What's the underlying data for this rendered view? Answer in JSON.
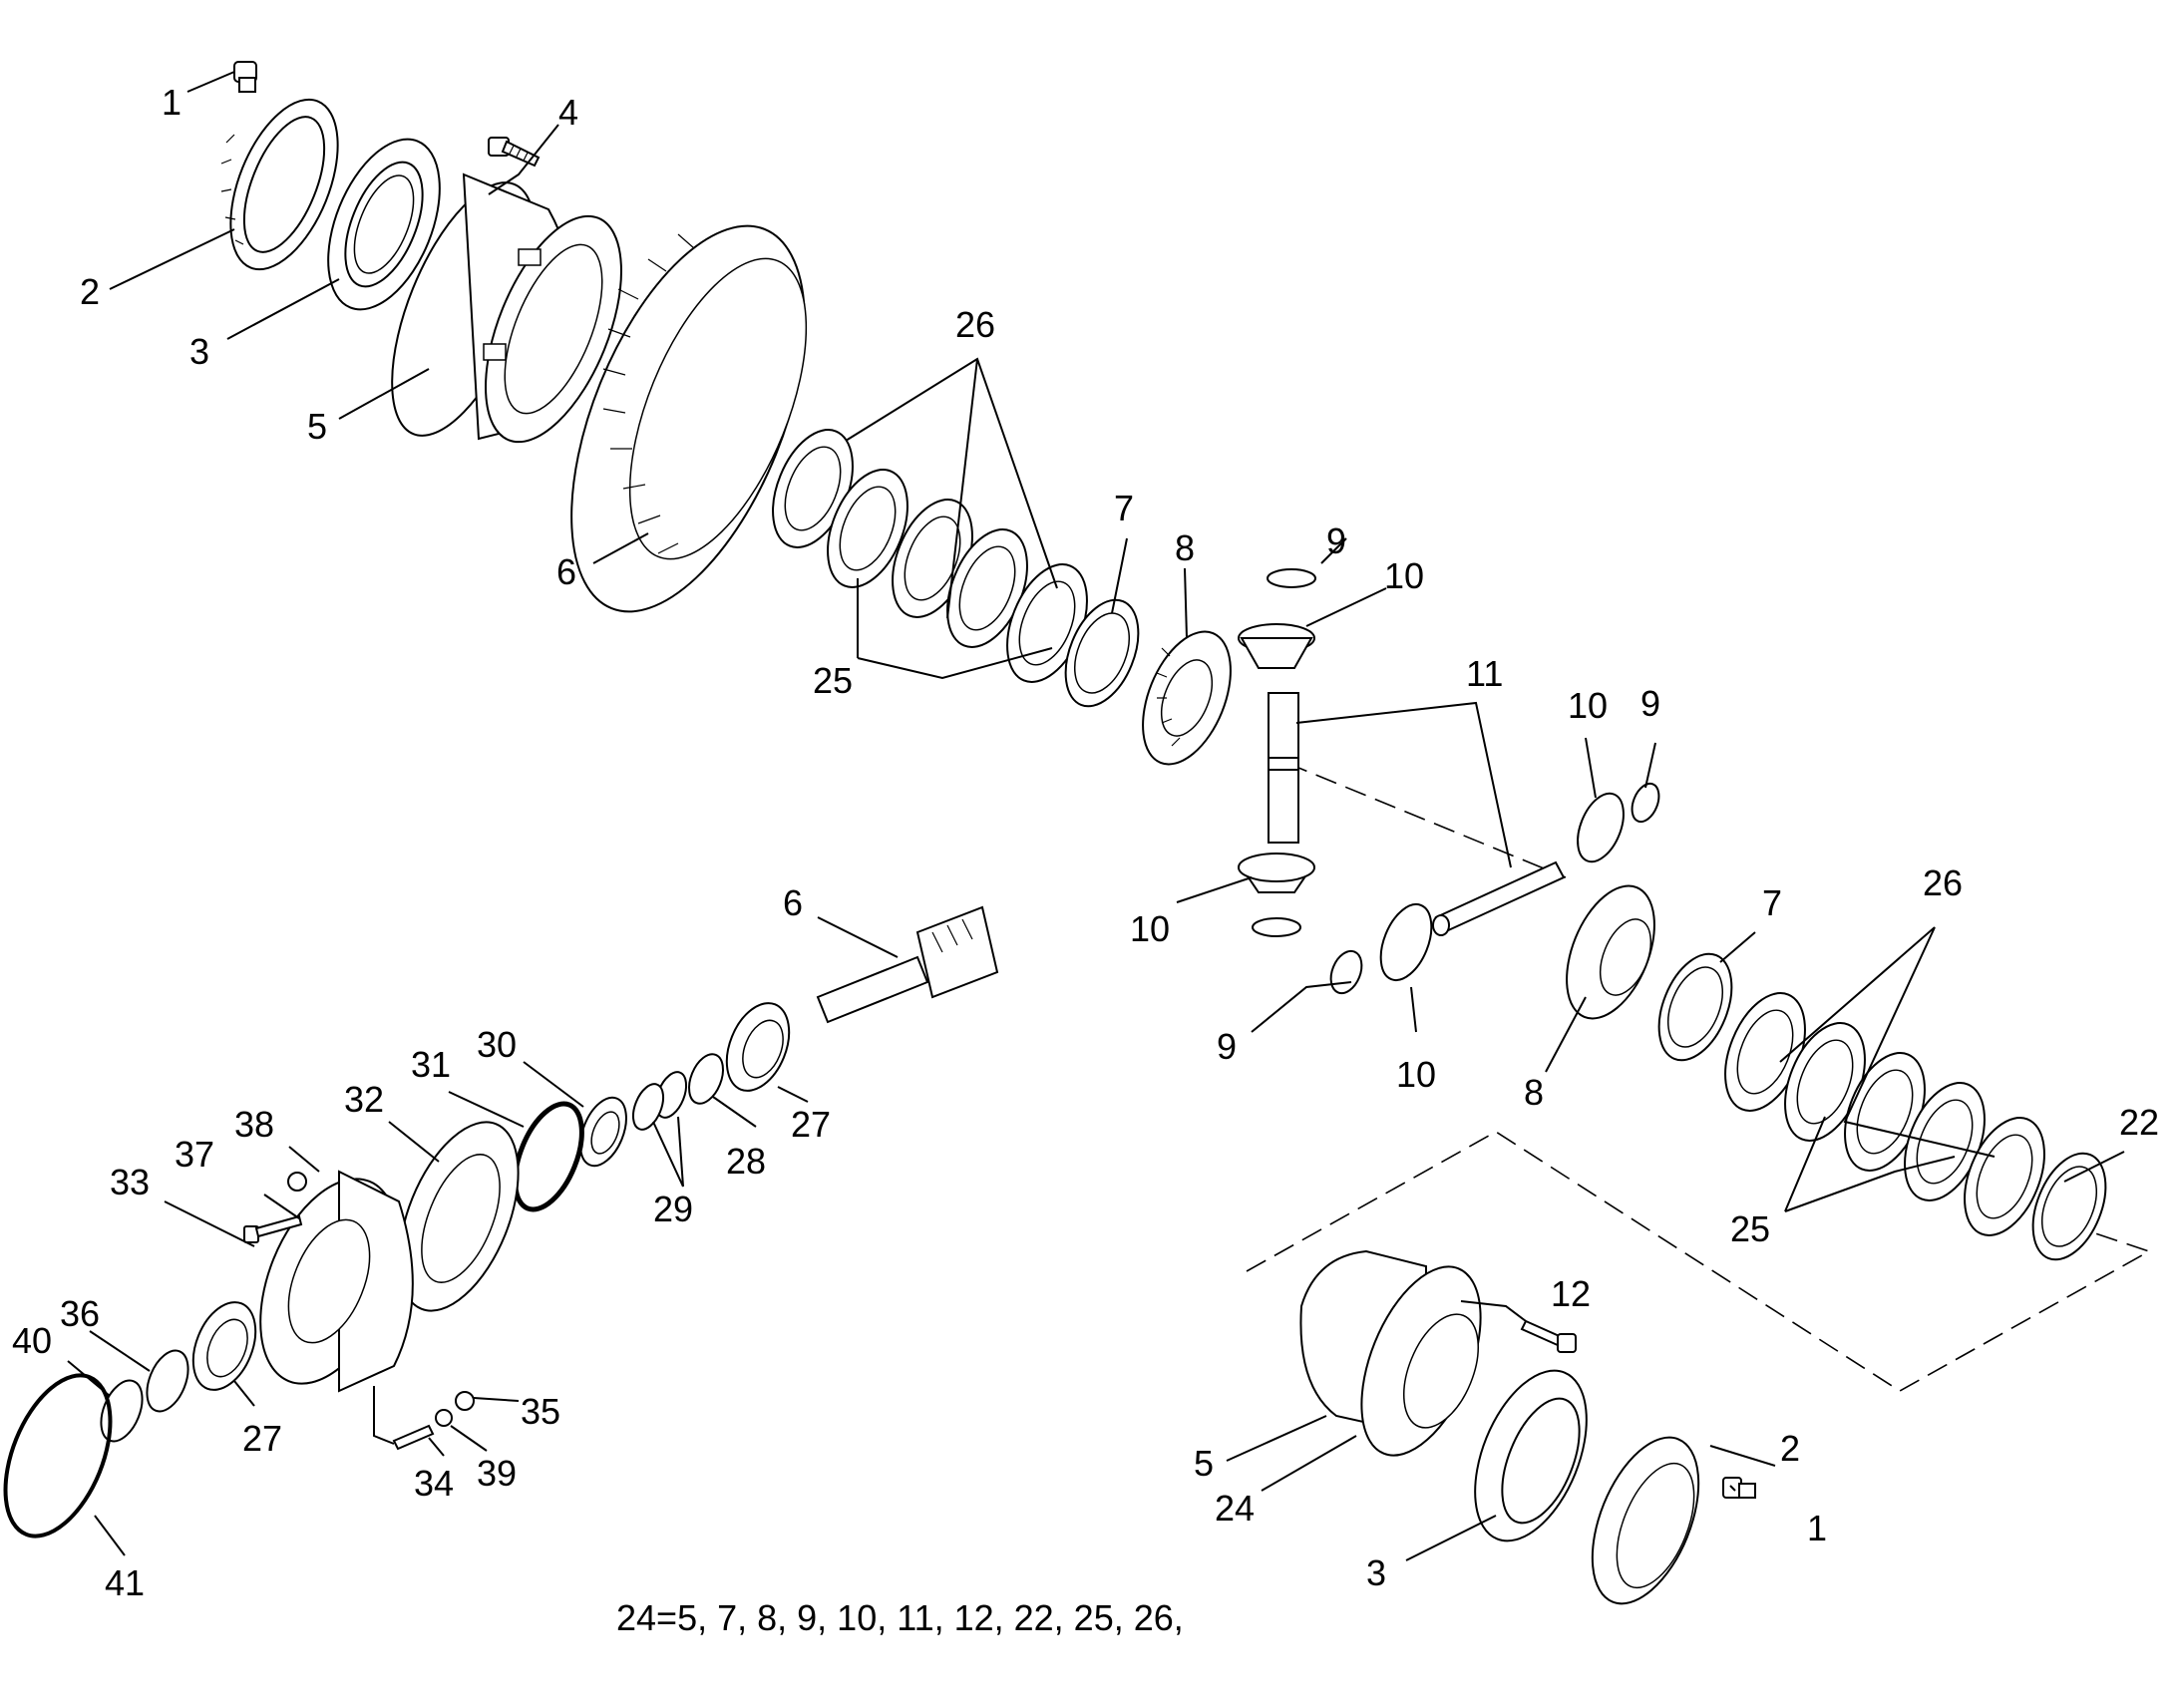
{
  "callouts": [
    {
      "id": "c1a",
      "label": "1"
    },
    {
      "id": "c2a",
      "label": "2"
    },
    {
      "id": "c3a",
      "label": "3"
    },
    {
      "id": "c4",
      "label": "4"
    },
    {
      "id": "c5a",
      "label": "5"
    },
    {
      "id": "c6a",
      "label": "6"
    },
    {
      "id": "c26a",
      "label": "26"
    },
    {
      "id": "c25a",
      "label": "25"
    },
    {
      "id": "c7a",
      "label": "7"
    },
    {
      "id": "c8a",
      "label": "8"
    },
    {
      "id": "c9a",
      "label": "9"
    },
    {
      "id": "c10a",
      "label": "10"
    },
    {
      "id": "c11",
      "label": "11"
    },
    {
      "id": "c10b",
      "label": "10"
    },
    {
      "id": "c9b",
      "label": "9"
    },
    {
      "id": "c10c",
      "label": "10"
    },
    {
      "id": "c9c",
      "label": "9"
    },
    {
      "id": "c10d",
      "label": "10"
    },
    {
      "id": "c8b",
      "label": "8"
    },
    {
      "id": "c7b",
      "label": "7"
    },
    {
      "id": "c26b",
      "label": "26"
    },
    {
      "id": "c22",
      "label": "22"
    },
    {
      "id": "c25b",
      "label": "25"
    },
    {
      "id": "c12",
      "label": "12"
    },
    {
      "id": "c2b",
      "label": "2"
    },
    {
      "id": "c1b",
      "label": "1"
    },
    {
      "id": "c5b",
      "label": "5"
    },
    {
      "id": "c24",
      "label": "24"
    },
    {
      "id": "c3b",
      "label": "3"
    },
    {
      "id": "c6b",
      "label": "6"
    },
    {
      "id": "c30",
      "label": "30"
    },
    {
      "id": "c31",
      "label": "31"
    },
    {
      "id": "c32",
      "label": "32"
    },
    {
      "id": "c38",
      "label": "38"
    },
    {
      "id": "c37",
      "label": "37"
    },
    {
      "id": "c33",
      "label": "33"
    },
    {
      "id": "c29",
      "label": "29"
    },
    {
      "id": "c28",
      "label": "28"
    },
    {
      "id": "c27a",
      "label": "27"
    },
    {
      "id": "c36",
      "label": "36"
    },
    {
      "id": "c40",
      "label": "40"
    },
    {
      "id": "c27b",
      "label": "27"
    },
    {
      "id": "c35",
      "label": "35"
    },
    {
      "id": "c34",
      "label": "34"
    },
    {
      "id": "c39",
      "label": "39"
    },
    {
      "id": "c41",
      "label": "41"
    }
  ],
  "caption": "24=5, 7, 8, 9, 10, 11, 12, 22, 25, 26,"
}
